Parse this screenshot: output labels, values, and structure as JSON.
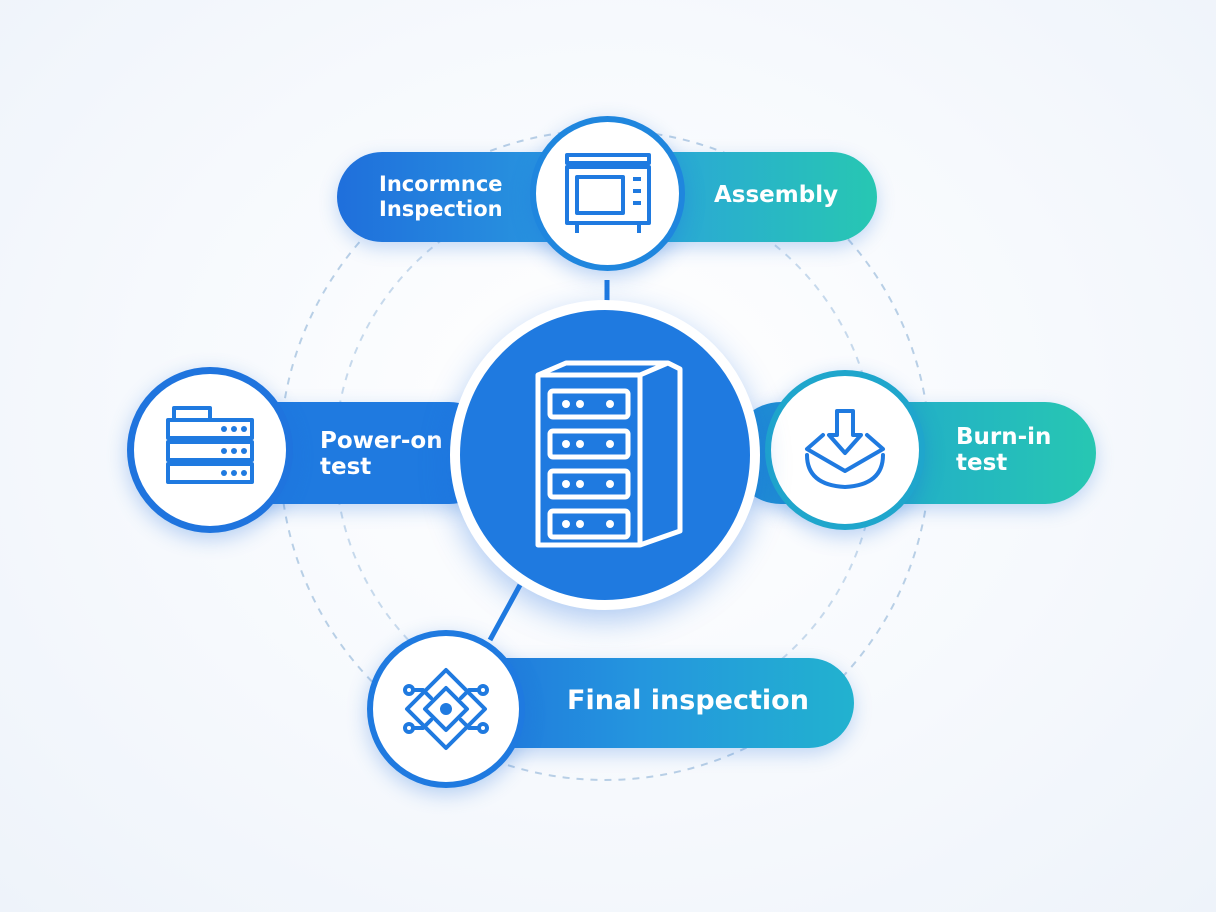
{
  "diagram": {
    "stages": [
      {
        "label_line1": "Incormnce",
        "label_line2": "Inspection",
        "icon": "inspection-station-icon"
      },
      {
        "label": "Assembly"
      },
      {
        "label_line1": "Power-on",
        "label_line2": "test",
        "icon": "server-rack-icon"
      },
      {
        "label_line1": "Burn-in",
        "label_line2": "test",
        "icon": "download-tray-icon"
      },
      {
        "label": "Final inspection",
        "icon": "circuit-chip-icon"
      }
    ],
    "hub_icon": "server-cabinet-icon"
  },
  "colors": {
    "blue": "#1f7ae0",
    "teal": "#27c7b2",
    "ring": "#b8cfe6"
  }
}
